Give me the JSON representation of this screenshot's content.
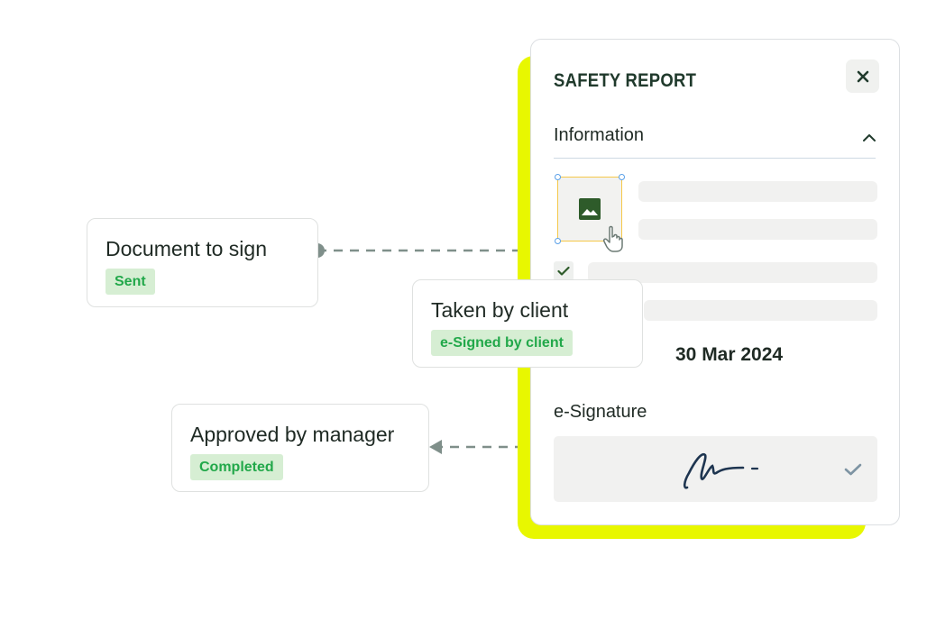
{
  "report": {
    "title": "SAFETY REPORT",
    "section_title": "Information",
    "date": "30 Mar 2024",
    "esignature_label": "e-Signature"
  },
  "workflow": {
    "document_to_sign": {
      "title": "Document to sign",
      "status": "Sent"
    },
    "taken_by_client": {
      "title": "Taken by client",
      "status": "e-Signed by client"
    },
    "approved_by_manager": {
      "title": "Approved by manager",
      "status": "Completed"
    }
  },
  "colors": {
    "accent_yellow": "#e8f700",
    "badge_bg": "#d6eed3",
    "badge_text": "#22a84a",
    "connector": "#7f8f8a",
    "brand_dark_green": "#203a2c"
  },
  "icons": [
    "close-icon",
    "chevron-up-icon",
    "image-icon",
    "hand-pointer-icon",
    "check-icon",
    "signature-icon"
  ]
}
